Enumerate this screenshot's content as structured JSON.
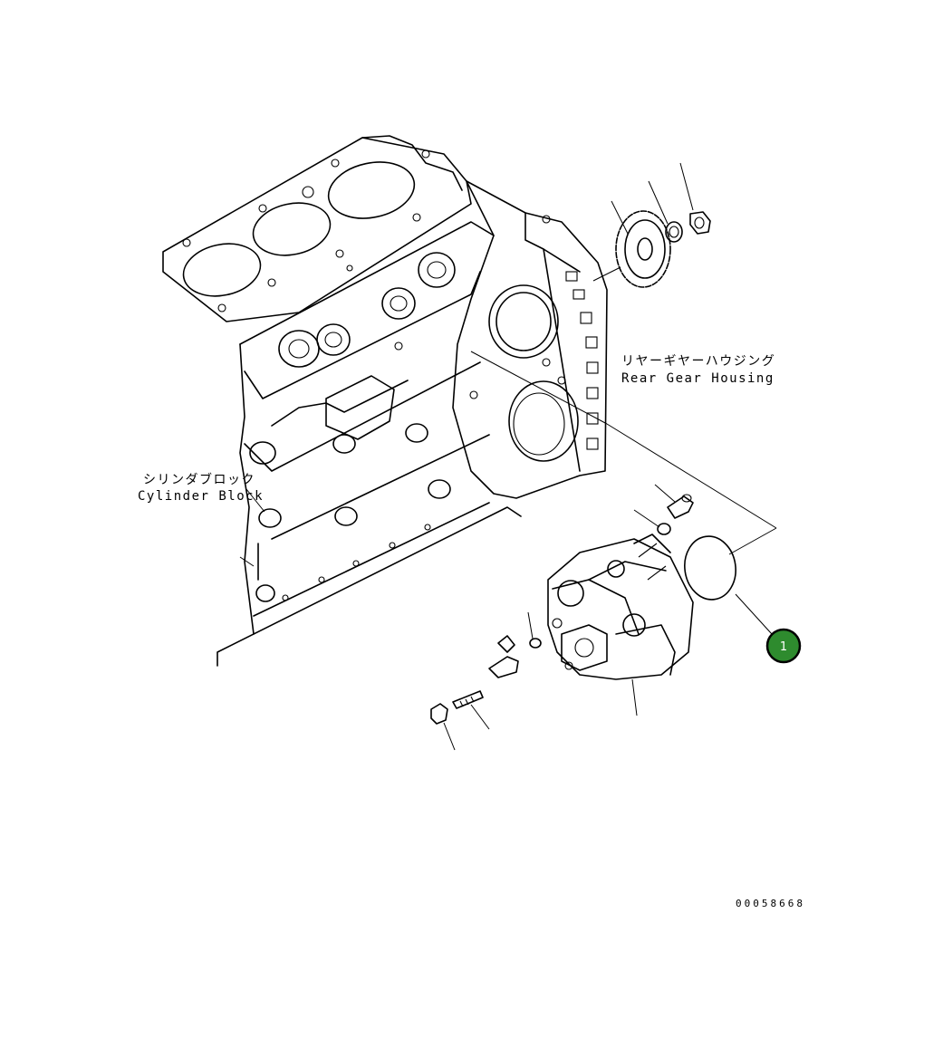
{
  "labels": {
    "rear_gear_housing_jp": "リヤーギヤーハウジング",
    "rear_gear_housing_en": "Rear Gear Housing",
    "cylinder_block_jp": "シリンダブロック",
    "cylinder_block_en": "Cylinder Block"
  },
  "callouts": [
    {
      "number": "1",
      "part": "o-ring"
    }
  ],
  "drawing_number": "00058668",
  "colors": {
    "callout_fill": "#2e8b2e",
    "callout_ring": "#000000",
    "line": "#000000",
    "background": "#ffffff"
  }
}
